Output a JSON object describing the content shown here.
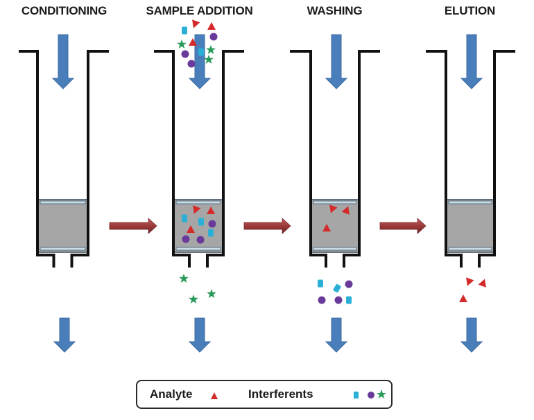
{
  "steps": [
    {
      "id": "conditioning",
      "title": "CONDITIONING",
      "sorbent_contents": [],
      "eluate": []
    },
    {
      "id": "sample-addition",
      "title": "SAMPLE ADDITION",
      "incoming": [
        "square",
        "triangle",
        "triangle",
        "star",
        "triangle",
        "circle",
        "circle",
        "square",
        "star",
        "circle",
        "star"
      ],
      "sorbent_contents": [
        "triangle",
        "triangle",
        "square",
        "square",
        "circle",
        "triangle",
        "square",
        "circle",
        "circle"
      ],
      "eluate": [
        "star",
        "star",
        "star"
      ]
    },
    {
      "id": "washing",
      "title": "WASHING",
      "sorbent_contents": [
        "triangle",
        "triangle",
        "triangle"
      ],
      "eluate": [
        "square",
        "square",
        "circle",
        "circle",
        "circle",
        "square"
      ]
    },
    {
      "id": "elution",
      "title": "ELUTION",
      "sorbent_contents": [],
      "eluate": [
        "triangle",
        "triangle",
        "triangle"
      ]
    }
  ],
  "legend": {
    "analyte_label": "Analyte",
    "analyte_symbol": "triangle",
    "interferents_label": "Interferents",
    "interferent_symbols": [
      "square",
      "circle",
      "star"
    ]
  },
  "colors": {
    "flow_arrow": "#4a7ebb",
    "step_arrow": "#9b3a3a",
    "analyte": "#d42a2a",
    "interferent_square": "#2ab0d6",
    "interferent_circle": "#6a3a9a",
    "interferent_star": "#2a9a5a",
    "sorbent": "#a6a6a6",
    "frit": "#c9dce8"
  }
}
